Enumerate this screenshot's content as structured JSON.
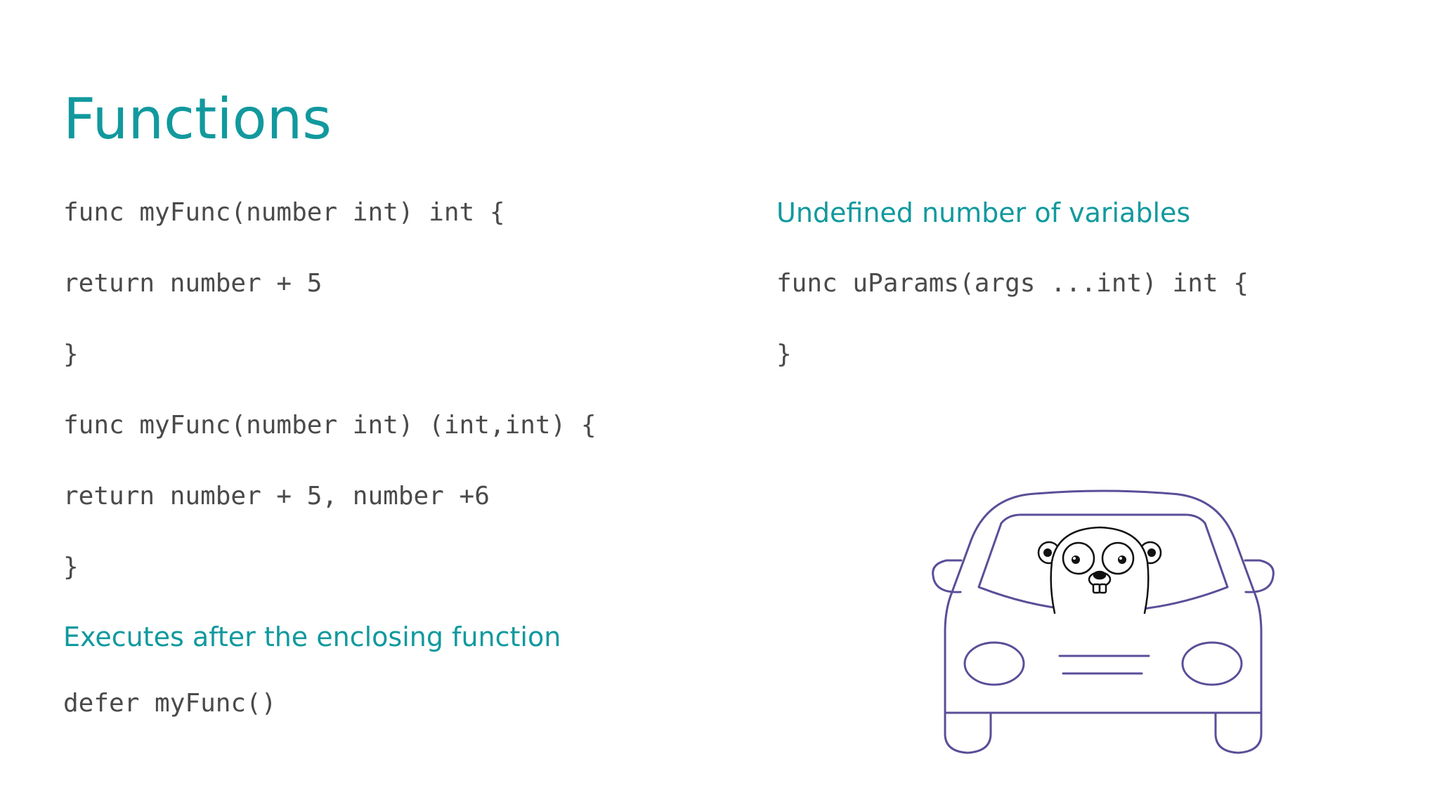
{
  "slide": {
    "title": "Functions",
    "left_column": {
      "code_block_1": [
        "func myFunc(number int) int {",
        "return number + 5",
        "}",
        "func myFunc(number int) (int,int) {",
        "return number + 5, number +6",
        "}"
      ],
      "defer_heading": "Executes after the enclosing function",
      "defer_code": "defer myFunc()"
    },
    "right_column": {
      "variadic_heading": "Undefined number of variables",
      "variadic_code": [
        "func uParams(args ...int) int {",
        "}"
      ]
    },
    "illustration": {
      "icon": "gopher-in-car-icon"
    }
  },
  "colors": {
    "accent": "#11999e",
    "code_text": "#4a4a4a",
    "illustration_stroke": "#5b4e98",
    "background": "#ffffff"
  }
}
